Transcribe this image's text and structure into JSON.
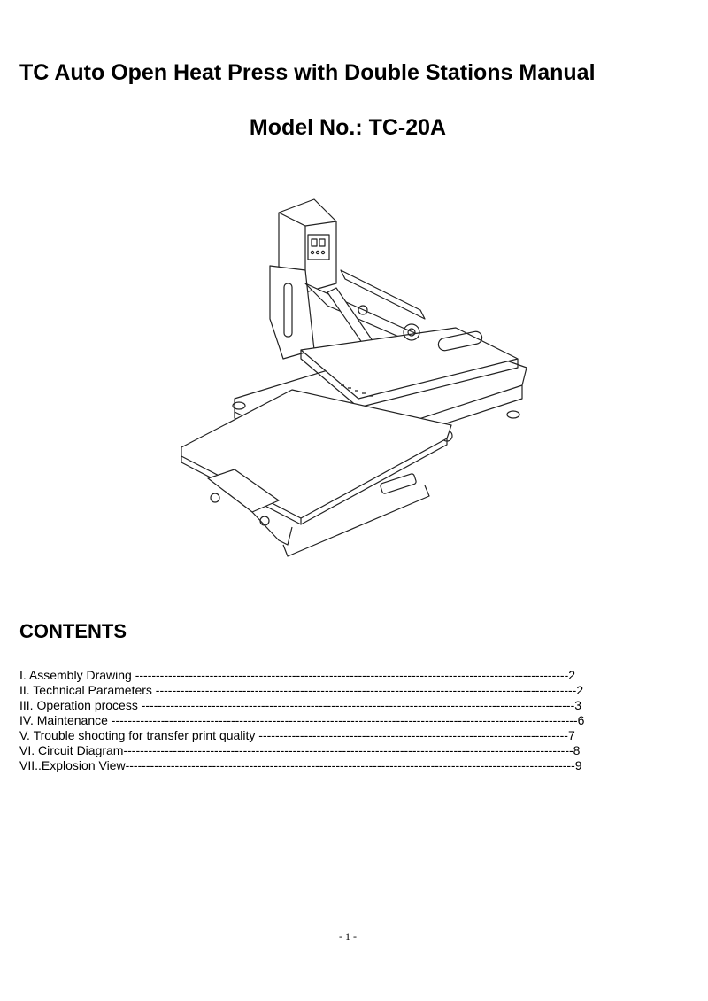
{
  "document": {
    "title": "TC Auto Open Heat Press with Double Stations Manual",
    "model": "Model No.: TC-20A",
    "contents_heading": "CONTENTS",
    "toc": [
      "I.  Assembly Drawing ---------------------------------------------------------------------------------------------------------2",
      "II. Technical Parameters ------------------------------------------------------------------------------------------------------2",
      "III. Operation process ---------------------------------------------------------------------------------------------------------3",
      "IV. Maintenance -----------------------------------------------------------------------------------------------------------------6",
      "V. Trouble shooting for transfer print quality ---------------------------------------------------------------------------7",
      "VI. Circuit Diagram-------------------------------------------------------------------------------------------------------------8",
      "VII..Explosion View-------------------------------------------------------------------------------------------------------------9"
    ],
    "page_number": "- 1 -"
  },
  "figure": {
    "icon": "heat-press-machine-illustration"
  }
}
